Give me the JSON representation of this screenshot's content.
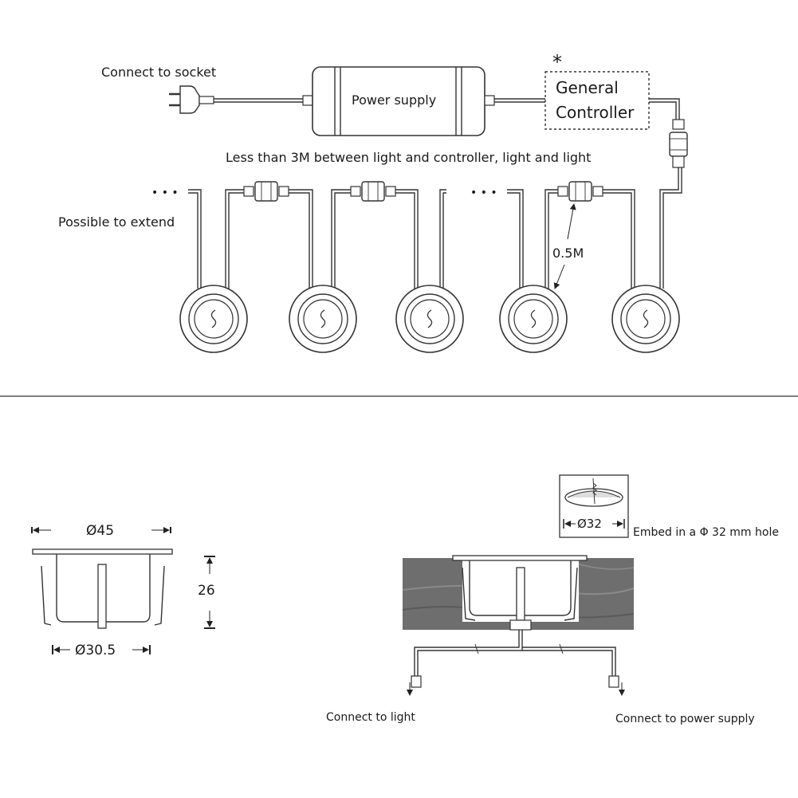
{
  "wiring": {
    "connect_to_socket": "Connect to socket",
    "power_supply": "Power supply",
    "controller_asterisk": "*",
    "controller_line1": "General",
    "controller_line2": "Controller",
    "distance_note": "Less than 3M between light and controller, light and light",
    "ellipsis": "• • •",
    "possible_to_extend": "Possible  to extend",
    "cable_length": "0.5M"
  },
  "dimensions": {
    "top_diameter": "Ø45",
    "height": "26",
    "bottom_diameter": "Ø30.5"
  },
  "installation": {
    "hole_diameter": "Ø32",
    "embed_note": "Embed in a Φ 32 mm hole",
    "connect_to_light": "Connect to light",
    "connect_to_power_supply": "Connect to power supply"
  },
  "colors": {
    "line": "#333333",
    "wood": "#6e6e6e",
    "wood_grain": "#8a8a8a"
  }
}
